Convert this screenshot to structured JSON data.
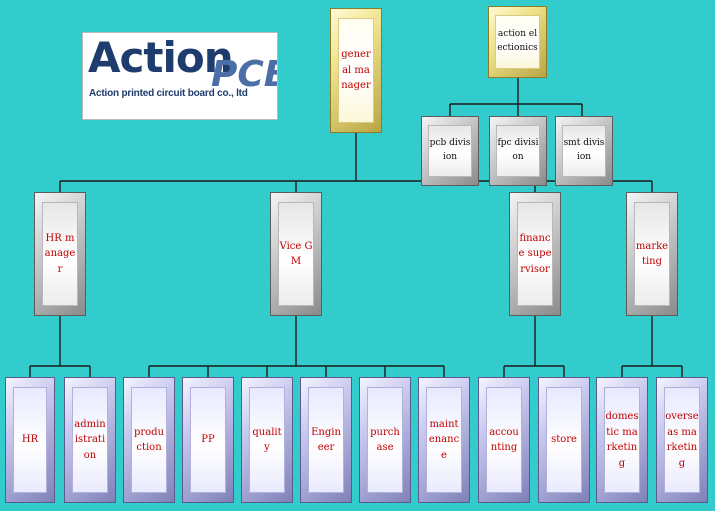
{
  "colors": {
    "background": "#33cccc",
    "connector": "#1a1a1a",
    "label_red": "#c00000",
    "label_black": "#111111",
    "logo_navy": "#1f3c6e",
    "logo_blue": "#4c6ea7"
  },
  "logo": {
    "brand": "Action",
    "mark": "PCB",
    "tagline": "Action printed circuit board co., ltd"
  },
  "org": {
    "action_electronics": "action electionics",
    "general_manager": "general manager",
    "pcb_division": "pcb division",
    "fpc_division": "fpc division",
    "smt_division": "smt division",
    "hr_manager": "HR manager",
    "vice_gm": "Vice GM",
    "finance_supervisor": "finance supervisor",
    "marketing": "marketing",
    "hr": "HR",
    "administration": "administration",
    "production": "production",
    "pp": "PP",
    "quality": "quality",
    "engineer": "Engineer",
    "purchase": "purchase",
    "maintenance": "maintenance",
    "accounting": "accounting",
    "store": "store",
    "domestic_marketing": "domestic marketing",
    "overseas_marketing": "overseas marketing"
  }
}
